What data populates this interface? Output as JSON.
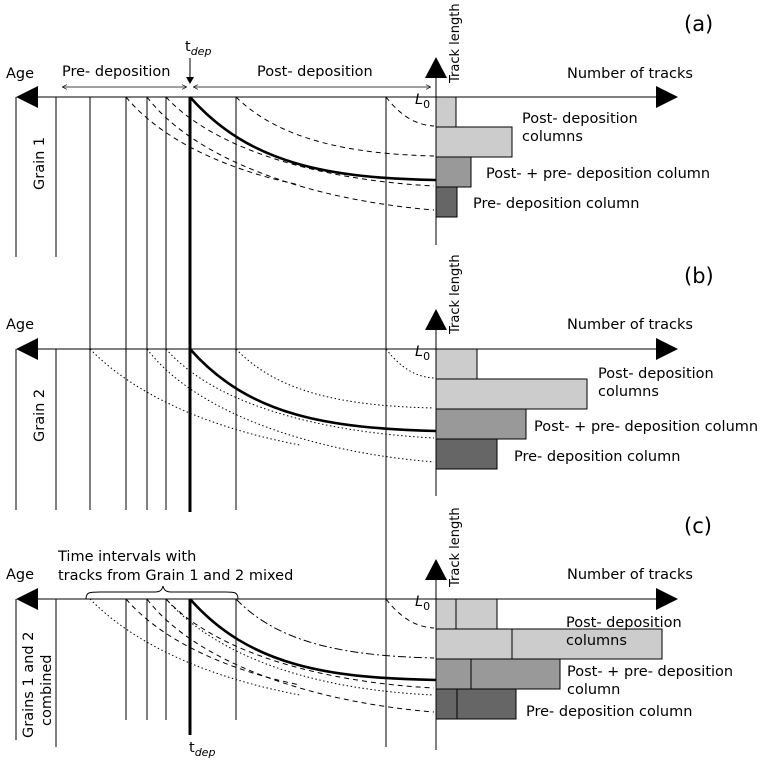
{
  "panels": [
    {
      "id": "a",
      "panel_label": "(a)",
      "age_label": "Age",
      "number_of_tracks_label": "Number of tracks",
      "track_length_label": "Track length",
      "l0_label": "L0",
      "grain_label": "Grain 1",
      "pre_deposition_label": "Pre- deposition",
      "post_deposition_label": "Post- deposition",
      "tdep_label": "tdep",
      "bar_labels": {
        "post_line1": "Post- deposition",
        "post_line2": "columns",
        "mixed": "Post- + pre- deposition column",
        "pre": "Pre- deposition column"
      },
      "histogram": [
        {
          "category": "post_1",
          "values": [
            1
          ]
        },
        {
          "category": "post_2",
          "values": [
            4
          ]
        },
        {
          "category": "mixed",
          "values": [
            1.8
          ]
        },
        {
          "category": "pre",
          "values": [
            1.1
          ]
        }
      ],
      "colors": {
        "post": "#cccccc",
        "mixed": "#999999",
        "pre": "#666666"
      }
    },
    {
      "id": "b",
      "panel_label": "(b)",
      "age_label": "Age",
      "number_of_tracks_label": "Number of tracks",
      "track_length_label": "Track length",
      "l0_label": "L0",
      "grain_label": "Grain 2",
      "bar_labels": {
        "post_line1": "Post- deposition",
        "post_line2": "columns",
        "mixed": "Post- + pre- deposition column",
        "pre": "Pre- deposition column"
      },
      "histogram": [
        {
          "category": "post_1",
          "values": [
            2.2
          ]
        },
        {
          "category": "post_2",
          "values": [
            8.3
          ]
        },
        {
          "category": "mixed",
          "values": [
            4.9
          ]
        },
        {
          "category": "pre",
          "values": [
            3.3
          ]
        }
      ]
    },
    {
      "id": "c",
      "panel_label": "(c)",
      "age_label": "Age",
      "number_of_tracks_label": "Number of tracks",
      "track_length_label": "Track length",
      "l0_label": "L0",
      "grain_label_line1": "Grains 1 and 2",
      "grain_label_line2": "combined",
      "mixed_interval_line1": "Time intervals with",
      "mixed_interval_line2": "tracks from Grain 1 and 2 mixed",
      "tdep_label": "tdep",
      "bar_labels": {
        "post_line1": "Post- deposition",
        "post_line2": "columns",
        "mixed_line1": "Post- + pre- deposition",
        "mixed_line2": "column",
        "pre": "Pre- deposition column"
      },
      "histogram": [
        {
          "category": "post_1",
          "values": [
            1,
            2.2
          ]
        },
        {
          "category": "post_2",
          "values": [
            4,
            8.3
          ]
        },
        {
          "category": "mixed",
          "values": [
            1.8,
            4.9
          ]
        },
        {
          "category": "pre",
          "values": [
            1.1,
            3.3
          ]
        }
      ]
    }
  ]
}
